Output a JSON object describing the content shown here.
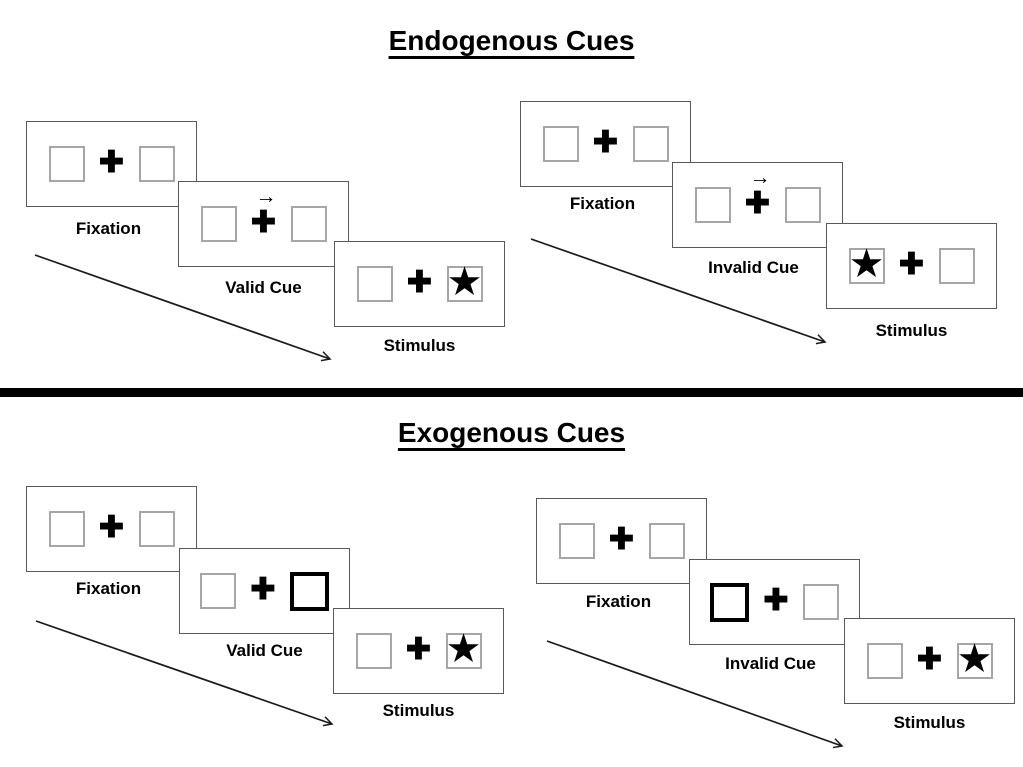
{
  "sections": [
    {
      "title": "Endogenous Cues",
      "sequences": [
        {
          "name": "valid-cue-trial",
          "panels": [
            {
              "label": "Fixation"
            },
            {
              "label": "Valid Cue"
            },
            {
              "label": "Stimulus"
            }
          ]
        },
        {
          "name": "invalid-cue-trial",
          "panels": [
            {
              "label": "Fixation"
            },
            {
              "label": "Invalid Cue"
            },
            {
              "label": "Stimulus"
            }
          ]
        }
      ]
    },
    {
      "title": "Exogenous Cues",
      "sequences": [
        {
          "name": "valid-cue-trial",
          "panels": [
            {
              "label": "Fixation"
            },
            {
              "label": "Valid Cue"
            },
            {
              "label": "Stimulus"
            }
          ]
        },
        {
          "name": "invalid-cue-trial",
          "panels": [
            {
              "label": "Fixation"
            },
            {
              "label": "Invalid Cue"
            },
            {
              "label": "Stimulus"
            }
          ]
        }
      ]
    }
  ],
  "glyphs": {
    "plus": "✚",
    "star": "★",
    "cue_arrow": "→"
  },
  "colors": {
    "panel_border": "#595959",
    "square_border": "#a6a6a6",
    "ink": "#000000",
    "background": "#ffffff"
  }
}
